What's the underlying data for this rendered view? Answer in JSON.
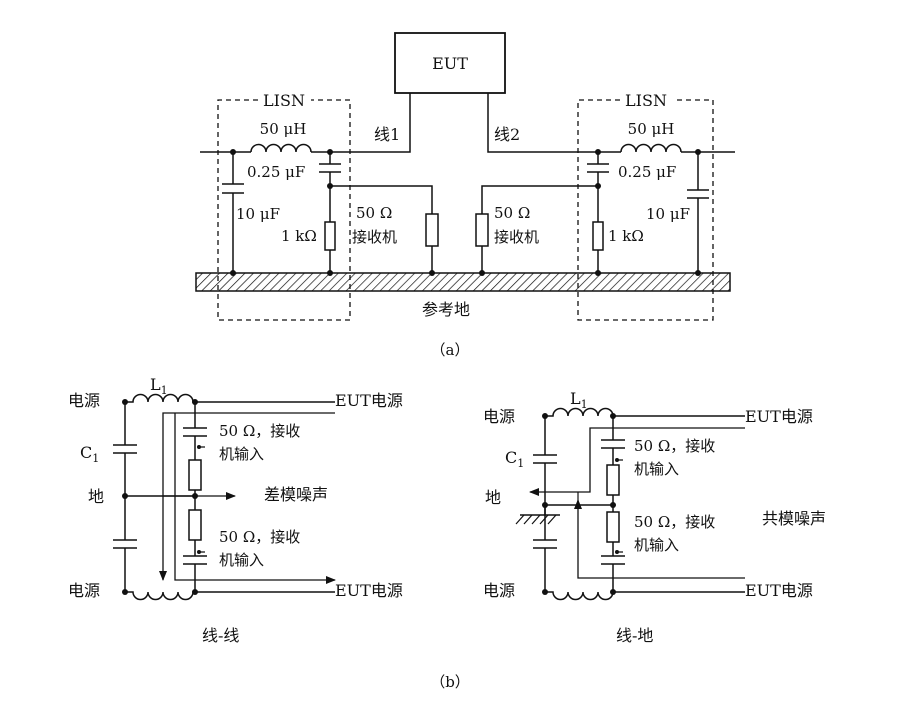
{
  "figure_a": {
    "eut": "EUT",
    "lisn_left": "LISN",
    "lisn_right": "LISN",
    "line1": "线1",
    "line2": "线2",
    "ind_left": "50 μH",
    "ind_right": "50 μH",
    "cap_small_left": "0.25 μF",
    "cap_small_right": "0.25 μF",
    "cap_big_left": "10 μF",
    "cap_big_right": "10 μF",
    "res_left": "1 kΩ",
    "res_right": "1 kΩ",
    "recv_left_1": "50 Ω",
    "recv_left_2": "接收机",
    "recv_right_1": "50 Ω",
    "recv_right_2": "接收机",
    "ground": "参考地",
    "caption": "（a）"
  },
  "figure_b_left": {
    "power_top": "电源",
    "power_bottom": "电源",
    "ground": "地",
    "inductor": "L",
    "inductor_sub": "1",
    "capacitor": "C",
    "capacitor_sub": "1",
    "eut_top": "EUT电源",
    "eut_bottom": "EUT电源",
    "recv_top_1": "50 Ω，接收",
    "recv_top_2": "机输入",
    "recv_bot_1": "50 Ω，接收",
    "recv_bot_2": "机输入",
    "noise": "差模噪声",
    "caption": "线-线"
  },
  "figure_b_right": {
    "power_top": "电源",
    "power_bottom": "电源",
    "ground": "地",
    "inductor": "L",
    "inductor_sub": "1",
    "capacitor": "C",
    "capacitor_sub": "1",
    "eut_top": "EUT电源",
    "eut_bottom": "EUT电源",
    "recv_top_1": "50 Ω，接收",
    "recv_top_2": "机输入",
    "recv_bot_1": "50 Ω，接收",
    "recv_bot_2": "机输入",
    "noise": "共模噪声",
    "caption": "线-地"
  },
  "figure_b_caption": "（b）"
}
